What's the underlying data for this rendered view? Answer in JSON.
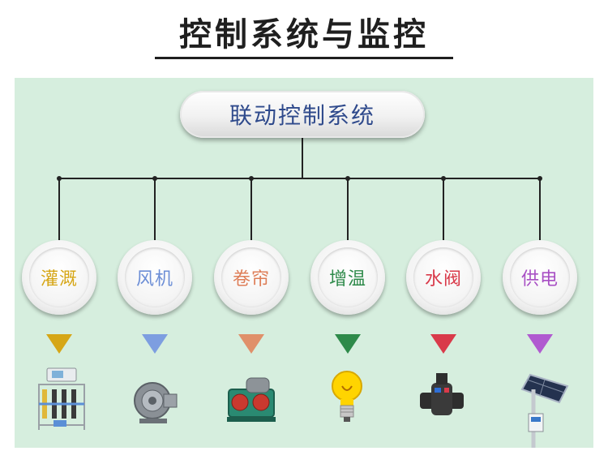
{
  "page_title": "控制系统与监控",
  "center_node": "联动控制系统",
  "modules": [
    {
      "label": "灌溉",
      "color": "#d6a616",
      "arrow_color": "#d6a616",
      "device": "irrigation-machine"
    },
    {
      "label": "风机",
      "color": "#6c8ed6",
      "arrow_color": "#7d9ee0",
      "device": "blower-fan"
    },
    {
      "label": "卷帘",
      "color": "#de7e58",
      "arrow_color": "#e0906a",
      "device": "roller-motor"
    },
    {
      "label": "增温",
      "color": "#2e8a4a",
      "arrow_color": "#2e8a4a",
      "device": "light-bulb"
    },
    {
      "label": "水阀",
      "color": "#d93a4a",
      "arrow_color": "#d93a4a",
      "device": "water-valve"
    },
    {
      "label": "供电",
      "color": "#a84fc4",
      "arrow_color": "#b05ad0",
      "device": "solar-pole"
    }
  ]
}
